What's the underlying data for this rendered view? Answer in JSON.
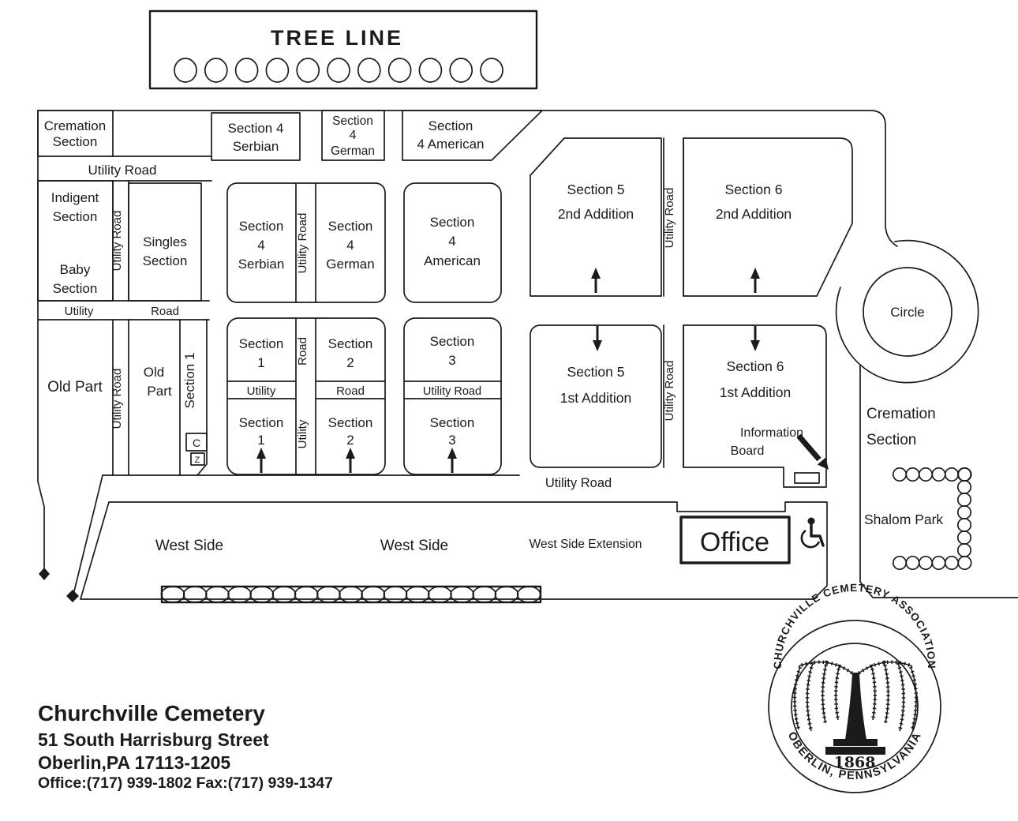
{
  "tree_line": {
    "title": "TREE LINE"
  },
  "roads": {
    "utility_road": "Utility Road",
    "utility": "Utility",
    "road": "Road"
  },
  "sections": {
    "cremation_nw": {
      "line1": "Cremation",
      "line2": "Section"
    },
    "indigent": {
      "line1": "Indigent",
      "line2": "Section"
    },
    "baby": {
      "line1": "Baby",
      "line2": "Section"
    },
    "singles": {
      "line1": "Singles",
      "line2": "Section"
    },
    "old_part_west": "Old Part",
    "old_part_east": {
      "line1": "Old",
      "line2": "Part"
    },
    "section1_strip": "Section 1",
    "marker_c": "C",
    "marker_z": "Z",
    "s4_serbian_header": {
      "line1": "Section  4",
      "line2": "Serbian"
    },
    "s4_german_header": {
      "line1": "Section",
      "line2": "4",
      "line3": "German"
    },
    "s4_american_header": {
      "line1": "Section",
      "line2": "4 American"
    },
    "s4_serbian": {
      "line1": "Section",
      "line2": "4",
      "line3": "Serbian"
    },
    "s4_german": {
      "line1": "Section",
      "line2": "4",
      "line3": "German"
    },
    "s4_american": {
      "line1": "Section",
      "line2": "4",
      "line3": "American"
    },
    "s1": {
      "line1": "Section",
      "line2": "1"
    },
    "s2": {
      "line1": "Section",
      "line2": "2"
    },
    "s3": {
      "line1": "Section",
      "line2": "3"
    },
    "s5_2nd": {
      "line1": "Section 5",
      "line2": "2nd Addition"
    },
    "s6_2nd": {
      "line1": "Section 6",
      "line2": "2nd Addition"
    },
    "s5_1st": {
      "line1": "Section 5",
      "line2": "1st Addition"
    },
    "s6_1st": {
      "line1": "Section 6",
      "line2": "1st Addition"
    },
    "information_board": {
      "line1": "Information",
      "line2": "Board"
    },
    "circle": "Circle",
    "cremation_se": {
      "line1": "Cremation",
      "line2": "Section"
    },
    "shalom_park": "Shalom Park",
    "west_side_1": "West Side",
    "west_side_2": "West Side",
    "west_side_extension": "West Side Extension",
    "office": "Office"
  },
  "footer": {
    "name": "Churchville Cemetery",
    "address_line1": "51 South Harrisburg Street",
    "address_line2": "Oberlin,PA  17113-1205",
    "contact_line": "Office:(717) 939-1802  Fax:(717) 939-1347"
  },
  "logo": {
    "arc_top": "CHURCHVILLE CEMETERY ASSOCIATION",
    "arc_bottom": "OBERLIN, PENNSYLVANIA",
    "year": "1868"
  },
  "decor": {
    "tree_line_count": 11,
    "west_tree_row_count": 17,
    "shalom_top_count": 6,
    "shalom_right_count": 7,
    "shalom_bottom_count": 6
  },
  "colors": {
    "ink": "#1b1b1b",
    "paper": "#ffffff"
  }
}
